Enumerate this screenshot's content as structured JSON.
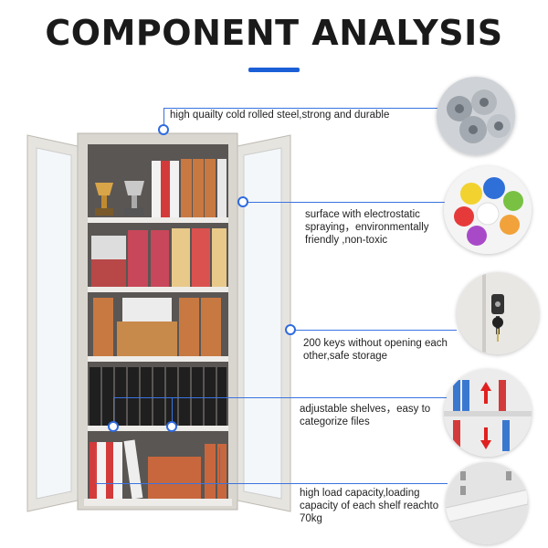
{
  "title": "COMPONENT ANALYSIS",
  "accent_color": "#1b5fd6",
  "features": [
    {
      "text": "high quailty cold rolled steel,strong and durable",
      "icon": "steel-coils-icon"
    },
    {
      "text": "surface with electrostatic spraying，environmentally friendly ,non-toxic",
      "icon": "paint-colors-icon"
    },
    {
      "text": "200 keys without opening each other,safe storage",
      "icon": "lock-key-icon"
    },
    {
      "text": "adjustable shelves，easy to categorize files",
      "icon": "adjustable-shelf-icon"
    },
    {
      "text": "high load capacity,loading capacity of each shelf reachto 70kg",
      "icon": "shelf-bracket-icon"
    }
  ]
}
